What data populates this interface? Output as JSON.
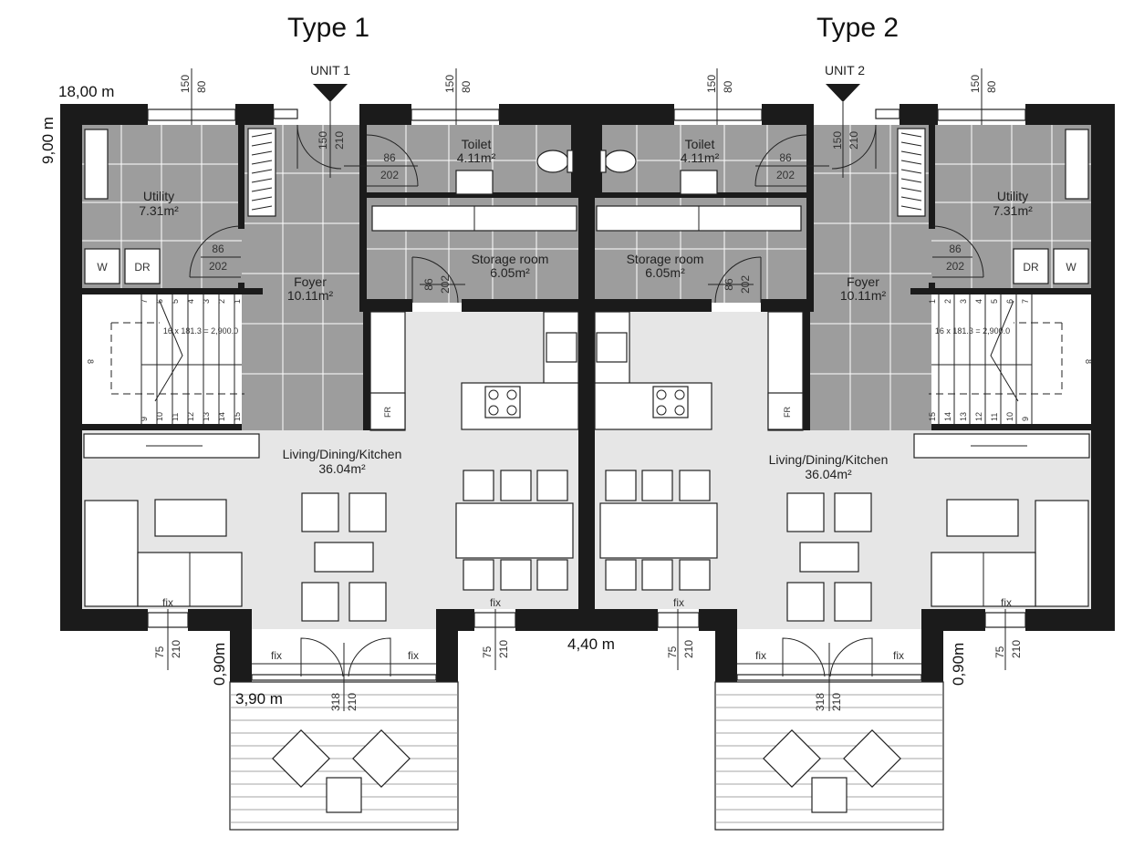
{
  "titles": {
    "type1": "Type 1",
    "type2": "Type 2"
  },
  "units": {
    "unit1": "UNIT 1",
    "unit2": "UNIT 2"
  },
  "overall": {
    "width": "18,00 m",
    "depth": "9,00 m",
    "gap": "4,40 m",
    "terrace_offset": "0,90m",
    "terrace_depth": "3,90 m"
  },
  "rooms": {
    "utility": {
      "name": "Utility",
      "area": "7.31m²"
    },
    "toilet": {
      "name": "Toilet",
      "area": "4.11m²"
    },
    "storage": {
      "name": "Storage room",
      "area": "6.05m²"
    },
    "foyer": {
      "name": "Foyer",
      "area": "10.11m²"
    },
    "living": {
      "name": "Living/Dining/Kitchen",
      "area": "36.04m²"
    }
  },
  "appliances": {
    "washer": "W",
    "dryer": "DR",
    "fridge": "FR"
  },
  "stair": {
    "formula": "16 x 181.3 = 2,900.0",
    "steps_top": [
      "7",
      "6",
      "5",
      "4",
      "3",
      "2",
      "1"
    ],
    "steps_bottom": [
      "9",
      "10",
      "11",
      "12",
      "13",
      "14",
      "15"
    ],
    "landing": "8"
  },
  "dims": {
    "win_w": "150",
    "win_h": "80",
    "entry_w": "150",
    "entry_h": "210",
    "door_w": "86",
    "door_h": "202",
    "fix": "fix",
    "side_w": "75",
    "side_h": "210",
    "terrace_w": "318",
    "terrace_h": "210"
  }
}
